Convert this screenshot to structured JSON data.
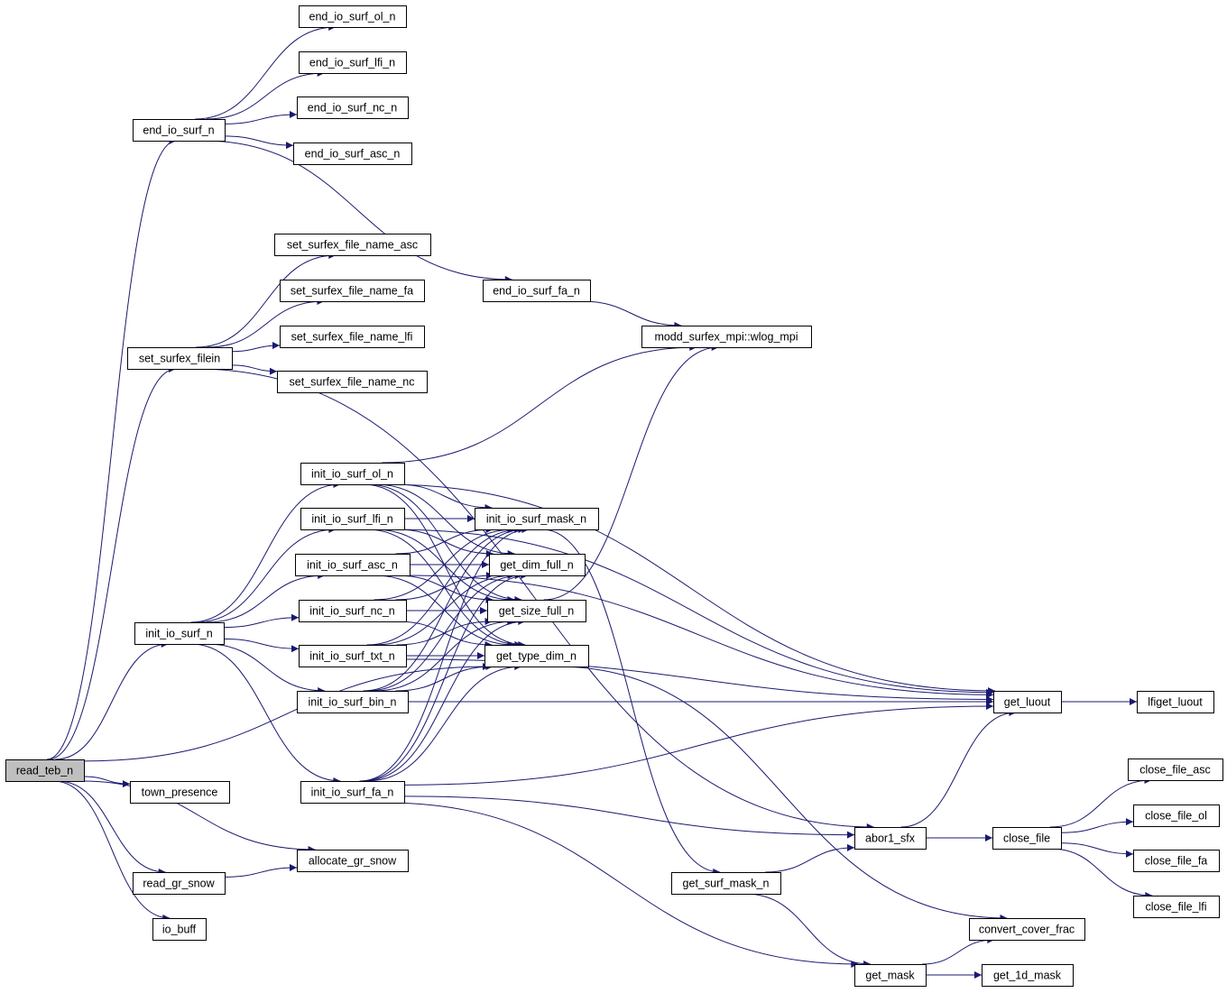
{
  "graph": {
    "root": "read_teb_n",
    "colors": {
      "edge": "#191970",
      "root_fill": "#bfbfbf",
      "node_fill": "#ffffff",
      "border": "#000000"
    },
    "nodes": [
      "read_teb_n",
      "end_io_surf_n",
      "end_io_surf_ol_n",
      "end_io_surf_lfi_n",
      "end_io_surf_nc_n",
      "end_io_surf_asc_n",
      "set_surfex_file_name_asc",
      "set_surfex_file_name_fa",
      "set_surfex_file_name_lfi",
      "set_surfex_file_name_nc",
      "set_surfex_filein",
      "end_io_surf_fa_n",
      "modd_surfex_mpi::wlog_mpi",
      "init_io_surf_ol_n",
      "init_io_surf_lfi_n",
      "init_io_surf_asc_n",
      "init_io_surf_nc_n",
      "init_io_surf_txt_n",
      "init_io_surf_bin_n",
      "init_io_surf_mask_n",
      "get_dim_full_n",
      "get_size_full_n",
      "get_type_dim_n",
      "init_io_surf_n",
      "town_presence",
      "init_io_surf_fa_n",
      "allocate_gr_snow",
      "read_gr_snow",
      "io_buff",
      "get_luout",
      "lfiget_luout",
      "abor1_sfx",
      "close_file",
      "close_file_asc",
      "close_file_ol",
      "close_file_fa",
      "close_file_lfi",
      "get_surf_mask_n",
      "convert_cover_frac",
      "get_mask",
      "get_1d_mask"
    ],
    "edges": [
      [
        "read_teb_n",
        "end_io_surf_n"
      ],
      [
        "read_teb_n",
        "set_surfex_filein"
      ],
      [
        "read_teb_n",
        "init_io_surf_n"
      ],
      [
        "read_teb_n",
        "get_type_dim_n"
      ],
      [
        "read_teb_n",
        "town_presence"
      ],
      [
        "read_teb_n",
        "allocate_gr_snow"
      ],
      [
        "read_teb_n",
        "read_gr_snow"
      ],
      [
        "read_teb_n",
        "io_buff"
      ],
      [
        "end_io_surf_n",
        "end_io_surf_ol_n"
      ],
      [
        "end_io_surf_n",
        "end_io_surf_lfi_n"
      ],
      [
        "end_io_surf_n",
        "end_io_surf_nc_n"
      ],
      [
        "end_io_surf_n",
        "end_io_surf_asc_n"
      ],
      [
        "end_io_surf_n",
        "end_io_surf_fa_n"
      ],
      [
        "end_io_surf_fa_n",
        "modd_surfex_mpi::wlog_mpi"
      ],
      [
        "set_surfex_filein",
        "set_surfex_file_name_asc"
      ],
      [
        "set_surfex_filein",
        "set_surfex_file_name_fa"
      ],
      [
        "set_surfex_filein",
        "set_surfex_file_name_lfi"
      ],
      [
        "set_surfex_filein",
        "set_surfex_file_name_nc"
      ],
      [
        "set_surfex_filein",
        "abor1_sfx"
      ],
      [
        "init_io_surf_n",
        "init_io_surf_ol_n"
      ],
      [
        "init_io_surf_n",
        "init_io_surf_lfi_n"
      ],
      [
        "init_io_surf_n",
        "init_io_surf_asc_n"
      ],
      [
        "init_io_surf_n",
        "init_io_surf_nc_n"
      ],
      [
        "init_io_surf_n",
        "init_io_surf_txt_n"
      ],
      [
        "init_io_surf_n",
        "init_io_surf_bin_n"
      ],
      [
        "init_io_surf_n",
        "init_io_surf_fa_n"
      ],
      [
        "init_io_surf_ol_n",
        "init_io_surf_mask_n"
      ],
      [
        "init_io_surf_ol_n",
        "get_dim_full_n"
      ],
      [
        "init_io_surf_ol_n",
        "get_size_full_n"
      ],
      [
        "init_io_surf_ol_n",
        "get_type_dim_n"
      ],
      [
        "init_io_surf_ol_n",
        "get_luout"
      ],
      [
        "init_io_surf_ol_n",
        "modd_surfex_mpi::wlog_mpi"
      ],
      [
        "init_io_surf_lfi_n",
        "init_io_surf_mask_n"
      ],
      [
        "init_io_surf_lfi_n",
        "get_dim_full_n"
      ],
      [
        "init_io_surf_lfi_n",
        "get_size_full_n"
      ],
      [
        "init_io_surf_lfi_n",
        "get_type_dim_n"
      ],
      [
        "init_io_surf_lfi_n",
        "get_luout"
      ],
      [
        "init_io_surf_asc_n",
        "init_io_surf_mask_n"
      ],
      [
        "init_io_surf_asc_n",
        "get_dim_full_n"
      ],
      [
        "init_io_surf_asc_n",
        "get_size_full_n"
      ],
      [
        "init_io_surf_asc_n",
        "get_type_dim_n"
      ],
      [
        "init_io_surf_asc_n",
        "get_luout"
      ],
      [
        "init_io_surf_nc_n",
        "init_io_surf_mask_n"
      ],
      [
        "init_io_surf_nc_n",
        "get_dim_full_n"
      ],
      [
        "init_io_surf_nc_n",
        "get_size_full_n"
      ],
      [
        "init_io_surf_nc_n",
        "get_type_dim_n"
      ],
      [
        "init_io_surf_txt_n",
        "init_io_surf_mask_n"
      ],
      [
        "init_io_surf_txt_n",
        "get_dim_full_n"
      ],
      [
        "init_io_surf_txt_n",
        "get_size_full_n"
      ],
      [
        "init_io_surf_txt_n",
        "get_type_dim_n"
      ],
      [
        "init_io_surf_txt_n",
        "get_luout"
      ],
      [
        "init_io_surf_bin_n",
        "init_io_surf_mask_n"
      ],
      [
        "init_io_surf_bin_n",
        "get_dim_full_n"
      ],
      [
        "init_io_surf_bin_n",
        "get_size_full_n"
      ],
      [
        "init_io_surf_bin_n",
        "get_type_dim_n"
      ],
      [
        "init_io_surf_bin_n",
        "get_luout"
      ],
      [
        "init_io_surf_fa_n",
        "init_io_surf_mask_n"
      ],
      [
        "init_io_surf_fa_n",
        "get_dim_full_n"
      ],
      [
        "init_io_surf_fa_n",
        "get_size_full_n"
      ],
      [
        "init_io_surf_fa_n",
        "get_type_dim_n"
      ],
      [
        "init_io_surf_fa_n",
        "get_luout"
      ],
      [
        "init_io_surf_fa_n",
        "abor1_sfx"
      ],
      [
        "init_io_surf_fa_n",
        "get_mask"
      ],
      [
        "get_size_full_n",
        "modd_surfex_mpi::wlog_mpi"
      ],
      [
        "init_io_surf_mask_n",
        "get_surf_mask_n"
      ],
      [
        "get_type_dim_n",
        "convert_cover_frac"
      ],
      [
        "get_luout",
        "lfiget_luout"
      ],
      [
        "abor1_sfx",
        "get_luout"
      ],
      [
        "abor1_sfx",
        "close_file"
      ],
      [
        "close_file",
        "close_file_asc"
      ],
      [
        "close_file",
        "close_file_ol"
      ],
      [
        "close_file",
        "close_file_fa"
      ],
      [
        "close_file",
        "close_file_lfi"
      ],
      [
        "get_surf_mask_n",
        "abor1_sfx"
      ],
      [
        "get_surf_mask_n",
        "get_mask"
      ],
      [
        "get_mask",
        "convert_cover_frac"
      ],
      [
        "get_mask",
        "get_1d_mask"
      ],
      [
        "read_gr_snow",
        "allocate_gr_snow"
      ]
    ]
  }
}
